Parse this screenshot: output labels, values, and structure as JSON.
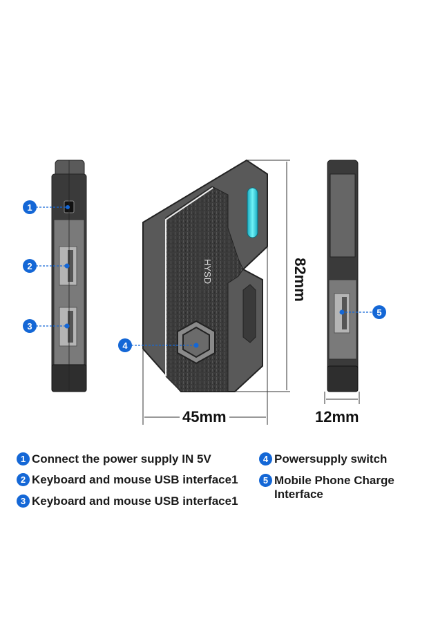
{
  "dimensions": {
    "height": "82mm",
    "width": "45mm",
    "depth": "12mm"
  },
  "brand_logo": "HYSD",
  "legend": [
    {
      "number": "1",
      "label": "Connect the power supply IN 5V"
    },
    {
      "number": "2",
      "label": "Keyboard and mouse USB interface1"
    },
    {
      "number": "3",
      "label": "Keyboard and mouse USB interface1"
    },
    {
      "number": "4",
      "label": "Powersupply switch"
    },
    {
      "number": "5",
      "label": "Mobile Phone Charge Interface"
    }
  ],
  "colors": {
    "accent": "#1467d6",
    "led": "#3de0e8",
    "body": "#4a4a4a"
  }
}
